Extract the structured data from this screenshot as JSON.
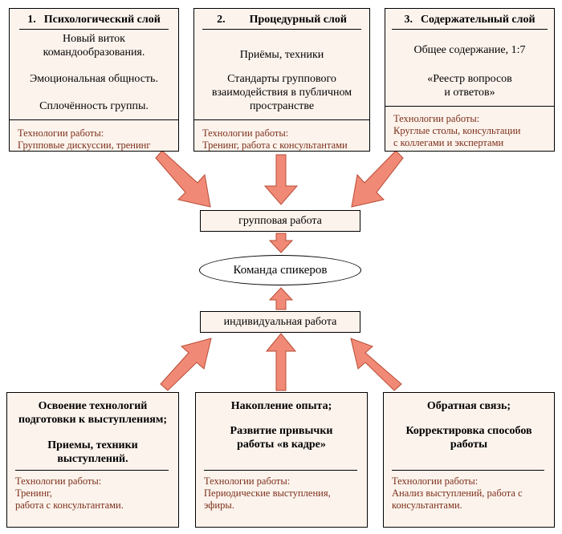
{
  "colors": {
    "box_fill": "#fdf3ed",
    "arrow_fill": "#f08a76",
    "arrow_stroke": "#b84b35",
    "tech_text": "#7a2f18"
  },
  "top_layers": [
    {
      "number": "1.",
      "title": "Психологический слой",
      "lines": [
        "Новый виток",
        "командообразования.",
        "Эмоциональная общность.",
        "Сплочённость группы."
      ],
      "tech_label": "Технологии работы:",
      "tech": [
        "Групповые дискуссии, тренинг"
      ]
    },
    {
      "number": "2.",
      "title": "Процедурный слой",
      "lines": [
        "Приёмы, техники",
        "Стандарты группового",
        "взаимодействия в публичном",
        "пространстве"
      ],
      "tech_label": "Технологии работы:",
      "tech": [
        "Тренинг, работа с консультантами"
      ]
    },
    {
      "number": "3.",
      "title": "Содержательный слой",
      "lines": [
        "Общее содержание, 1:7",
        "«Реестр вопросов",
        "и ответов»"
      ],
      "tech_label": "Технологии работы:",
      "tech": [
        "Круглые столы, консультации",
        "с коллегами и экспертами"
      ]
    }
  ],
  "group_work": "групповая работа",
  "team": "Команда спикеров",
  "individual_work": "индивидуальная работа",
  "bottom_boxes": [
    {
      "lines_a": [
        "Освоение технологий",
        "подготовки к выступлениям;"
      ],
      "lines_b": [
        "Приемы, техники",
        "выступлений."
      ],
      "tech_label": "Технологии работы:",
      "tech": [
        "Тренинг,",
        "работа с консультантами."
      ]
    },
    {
      "lines_a": [
        "Накопление опыта;"
      ],
      "lines_b": [
        "Развитие привычки",
        "работы «в кадре»"
      ],
      "tech_label": "Технологии работы:",
      "tech": [
        "Периодические выступления,",
        "эфиры."
      ]
    },
    {
      "lines_a": [
        "Обратная связь;"
      ],
      "lines_b": [
        "Корректировка способов",
        "работы"
      ],
      "tech_label": "Технологии работы:",
      "tech": [
        "Анализ выступлений, работа с",
        "консультантами."
      ]
    }
  ]
}
